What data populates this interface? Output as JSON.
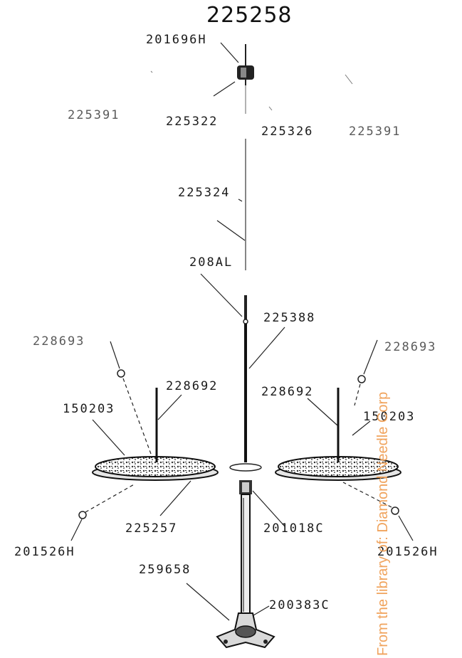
{
  "title": "225258",
  "watermark": "From the library of: Diamond Needle Corp",
  "labels": {
    "p201696H": "201696H",
    "p225391_left": "225391",
    "p225322": "225322",
    "p225326": "225326",
    "p225391_right": "225391",
    "p225324": "225324",
    "p208AL": "208AL",
    "p225388": "225388",
    "p228693_left": "228693",
    "p228693_right": "228693",
    "p228692_left": "228692",
    "p228692_right": "228692",
    "p150203_left": "150203",
    "p150203_right": "150203",
    "p225257": "225257",
    "p201018C": "201018C",
    "p201526H_left": "201526H",
    "p201526H_right": "201526H",
    "p259658": "259658",
    "p200383C": "200383C"
  },
  "colors": {
    "ink": "#1a1a1a",
    "watermark": "#f0a35c"
  }
}
